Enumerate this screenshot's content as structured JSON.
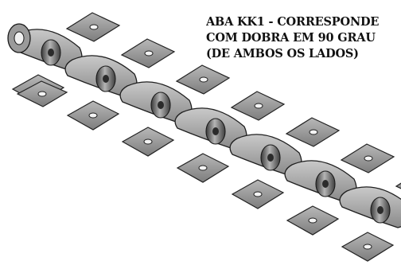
{
  "image": {
    "subject": "chain-with-bent-attachment-tabs-render",
    "background_color": "#ffffff",
    "metal_color": "#8c8c8c"
  },
  "caption": {
    "lines": [
      "ABA KK1 - CORRESPONDE",
      "COM DOBRA EM 90 GRAU",
      "(DE AMBOS OS LADOS)"
    ]
  }
}
